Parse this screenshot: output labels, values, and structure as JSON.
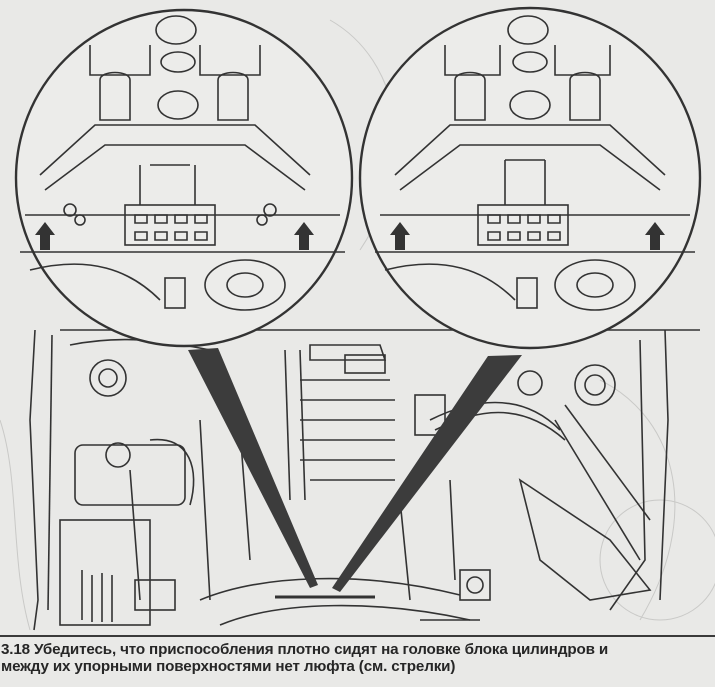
{
  "figure": {
    "number": "3.18",
    "description": "Engine compartment line drawing with two magnified circular insets of the cylinder head showing the alignment fixtures; arrows mark the contact surfaces",
    "insets": [
      {
        "name": "left-inset",
        "arrows": 2
      },
      {
        "name": "right-inset",
        "arrows": 2
      }
    ],
    "colors": {
      "paper": "#e9e9e7",
      "ink": "#333333",
      "pointer": "#3c3c3c"
    }
  },
  "caption": {
    "number": "3.18",
    "line1": "Убедитесь, что приспособления плотно сидят на головке блока цилиндров и",
    "line2": "между их упорными поверхностями нет люфта (см. стрелки)"
  }
}
